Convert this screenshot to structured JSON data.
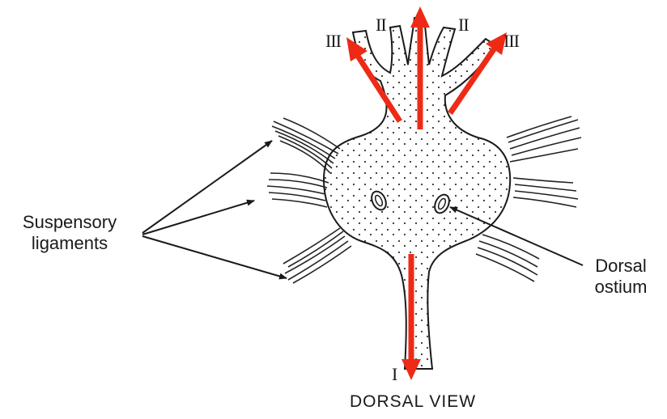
{
  "labels": {
    "suspensory": [
      "Suspensory",
      "ligaments"
    ],
    "dorsal_ostium": [
      "Dorsal",
      "ostium"
    ],
    "view_title": "DORSAL VIEW"
  },
  "vessel_labels": {
    "left_outer": "III",
    "left_inner": "II",
    "right_inner": "II",
    "right_outer": "III",
    "bottom": "I"
  },
  "colors": {
    "arrow": "#ee2a16",
    "ink": "#1a1a1a",
    "body_fill": "#f7f7f4",
    "ligament": "#222222"
  }
}
